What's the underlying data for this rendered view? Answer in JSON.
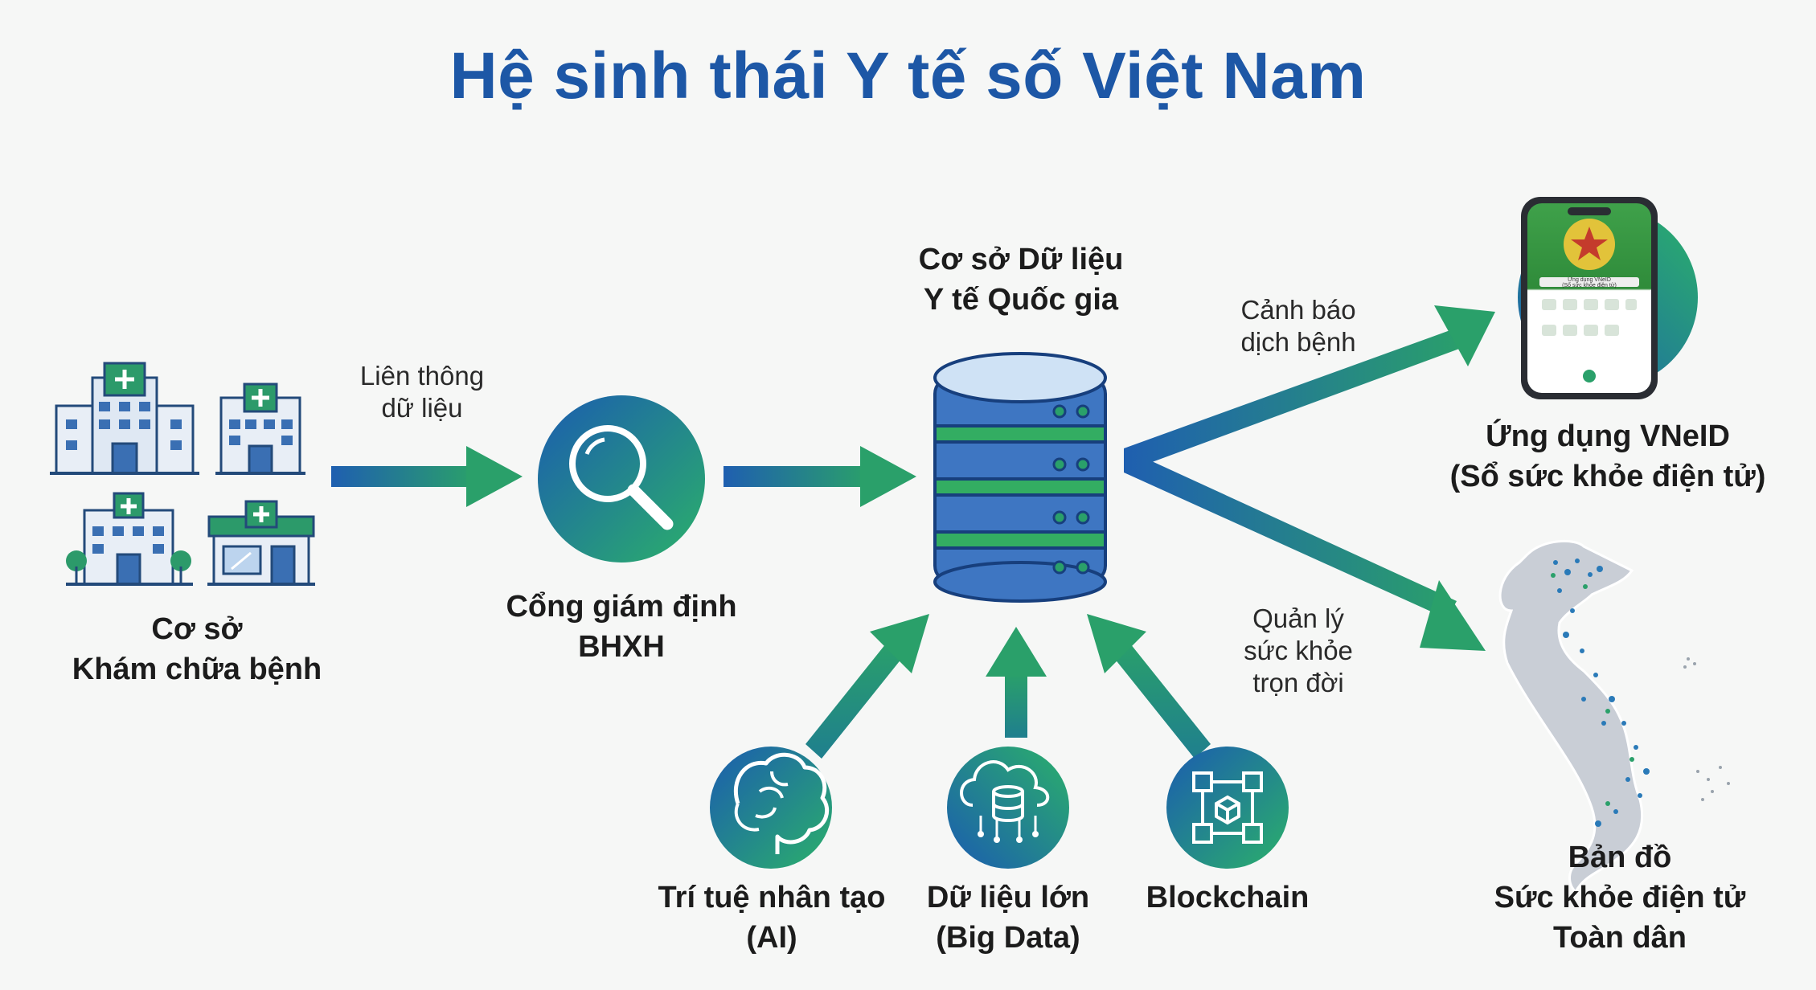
{
  "title": "Hệ sinh thái Y tế số Việt Nam",
  "nodes": {
    "facilities": {
      "line1": "Cơ sở",
      "line2": "Khám chữa bệnh",
      "icon": "hospital-buildings-icon"
    },
    "gateway": {
      "line1": "Cổng giám định",
      "line2": "BHXH",
      "icon": "magnifier-icon"
    },
    "database": {
      "line1": "Cơ sở Dữ liệu",
      "line2": "Y tế Quốc gia",
      "icon": "database-server-icon"
    },
    "ai": {
      "line1": "Trí tuệ nhân tạo",
      "line2": "(AI)",
      "icon": "brain-icon"
    },
    "bigdata": {
      "line1": "Dữ liệu lớn",
      "line2": "(Big Data)",
      "icon": "cloud-database-icon"
    },
    "blockchain": {
      "line1": "Blockchain",
      "icon": "blockchain-icon"
    },
    "vneid": {
      "line1": "Ứng dụng VNeID",
      "line2": "(Sổ sức khỏe điện tử)",
      "icon": "smartphone-icon"
    },
    "map": {
      "line1": "Bản đồ",
      "line2": "Sức khỏe điện tử",
      "line3": "Toàn dân",
      "icon": "vietnam-map-icon"
    }
  },
  "edges": {
    "data_link": {
      "line1": "Liên thông",
      "line2": "dữ liệu"
    },
    "epidemic_alert": {
      "line1": "Cảnh báo",
      "line2": "dịch bệnh"
    },
    "lifelong_health": {
      "line1": "Quản lý",
      "line2": "sức khỏe",
      "line3": "trọn đời"
    }
  },
  "phone_screen": {
    "app_title": "Ứng dụng VNeID",
    "app_subtitle": "(Sổ sức khỏe điện tử)"
  },
  "colors": {
    "title": "#1d57a6",
    "blue": "#1f5fb0",
    "green": "#2aa06a",
    "db_blue": "#3e76c2",
    "db_green": "#33ad62"
  }
}
